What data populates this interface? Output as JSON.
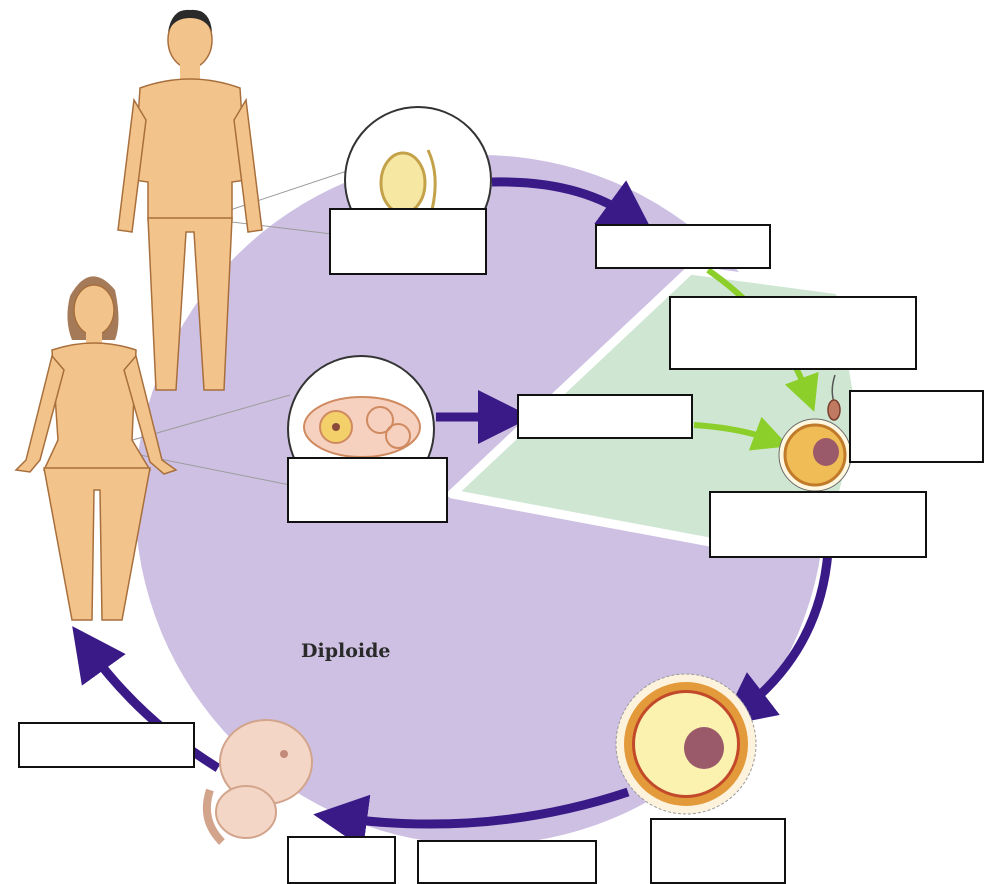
{
  "diagram": {
    "center_label": "Diploide",
    "colors": {
      "diploid_region": "#cdc0e3",
      "haploid_region": "#cfe6d3",
      "cycle_arrow": "#3a1a86",
      "fertilization_arrow": "#8ccf2a",
      "skin": "#f2c48c",
      "egg_yolk": "#f0bc55",
      "nucleus": "#9a5a6a"
    },
    "answer_boxes": [
      {
        "name": "testis-label-box",
        "text": ""
      },
      {
        "name": "sperm-label-box",
        "text": ""
      },
      {
        "name": "meiosis-label-box",
        "text": ""
      },
      {
        "name": "fertilization-label-box",
        "text": ""
      },
      {
        "name": "ovary-label-box",
        "text": ""
      },
      {
        "name": "egg-label-box",
        "text": ""
      },
      {
        "name": "zygote-label-box",
        "text": ""
      },
      {
        "name": "embryo-label-box",
        "text": ""
      },
      {
        "name": "growth-label-box",
        "text": ""
      },
      {
        "name": "mitosis-label-box-1",
        "text": ""
      },
      {
        "name": "mitosis-label-box-2",
        "text": ""
      },
      {
        "name": "adult-label-box",
        "text": ""
      }
    ]
  }
}
